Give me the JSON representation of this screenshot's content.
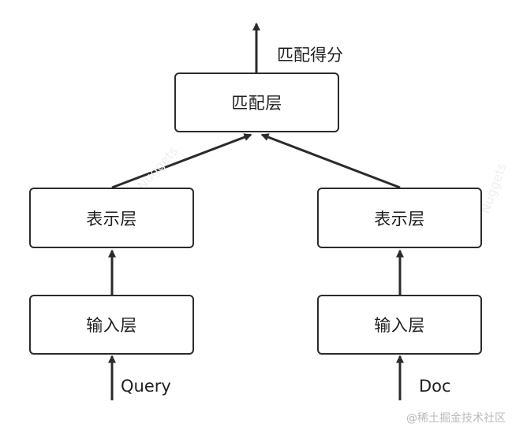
{
  "diagram": {
    "match_layer": "匹配层",
    "match_score": "匹配得分",
    "left_repr_layer": "表示层",
    "right_repr_layer": "表示层",
    "left_input_layer": "输入层",
    "right_input_layer": "输入层",
    "query_label": "Query",
    "doc_label": "Doc"
  },
  "watermark": "@稀土掘金技术社区",
  "colors": {
    "stroke": "#2b2b2b",
    "text": "#1f1f1f",
    "watermark": "#b9b9b9"
  }
}
